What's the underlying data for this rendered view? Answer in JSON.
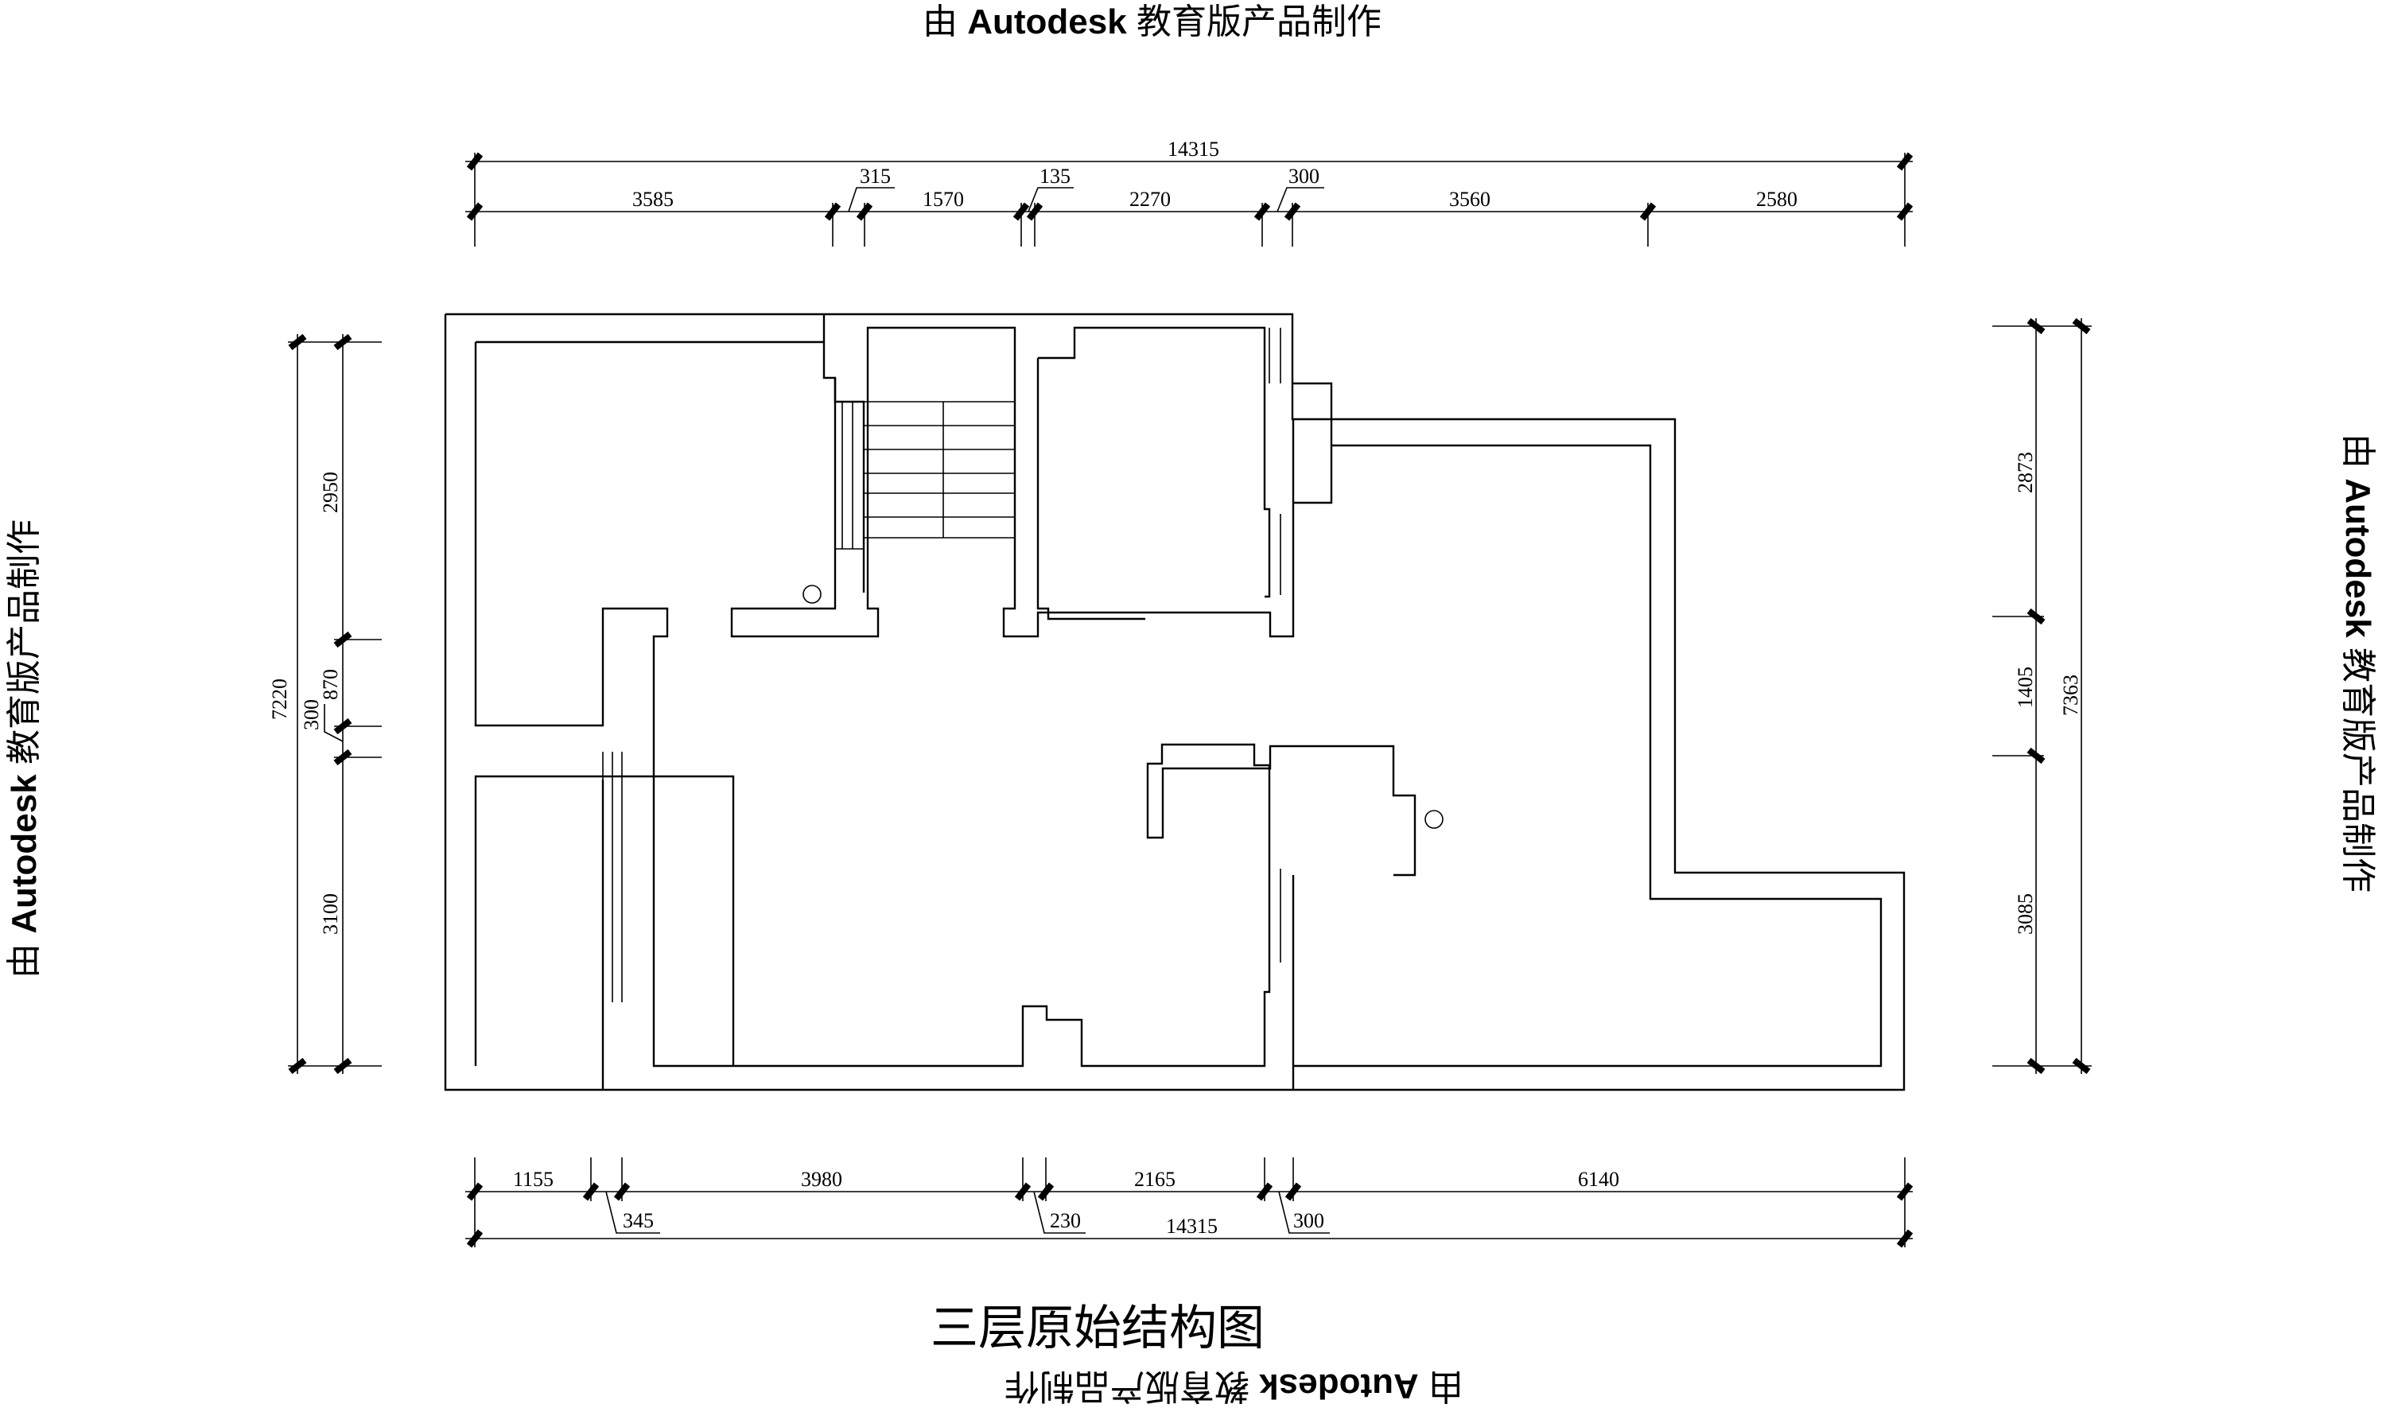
{
  "watermark": {
    "prefix": "由 ",
    "brand": "Autodesk",
    "suffix": " 教育版产品制作"
  },
  "title": "三层原始结构图",
  "dimensions": {
    "top_total": "14315",
    "top_segments": [
      "3585",
      "315",
      "1570",
      "135",
      "2270",
      "300",
      "3560",
      "2580"
    ],
    "bottom_segments": [
      "1155",
      "345",
      "3980",
      "230",
      "2165",
      "300",
      "6140"
    ],
    "bottom_total": "14315",
    "left_total": "7220",
    "left_segments": [
      "2950",
      "870",
      "300",
      "3100"
    ],
    "right_total": "7363",
    "right_segments": [
      "2873",
      "1405",
      "3085"
    ]
  }
}
